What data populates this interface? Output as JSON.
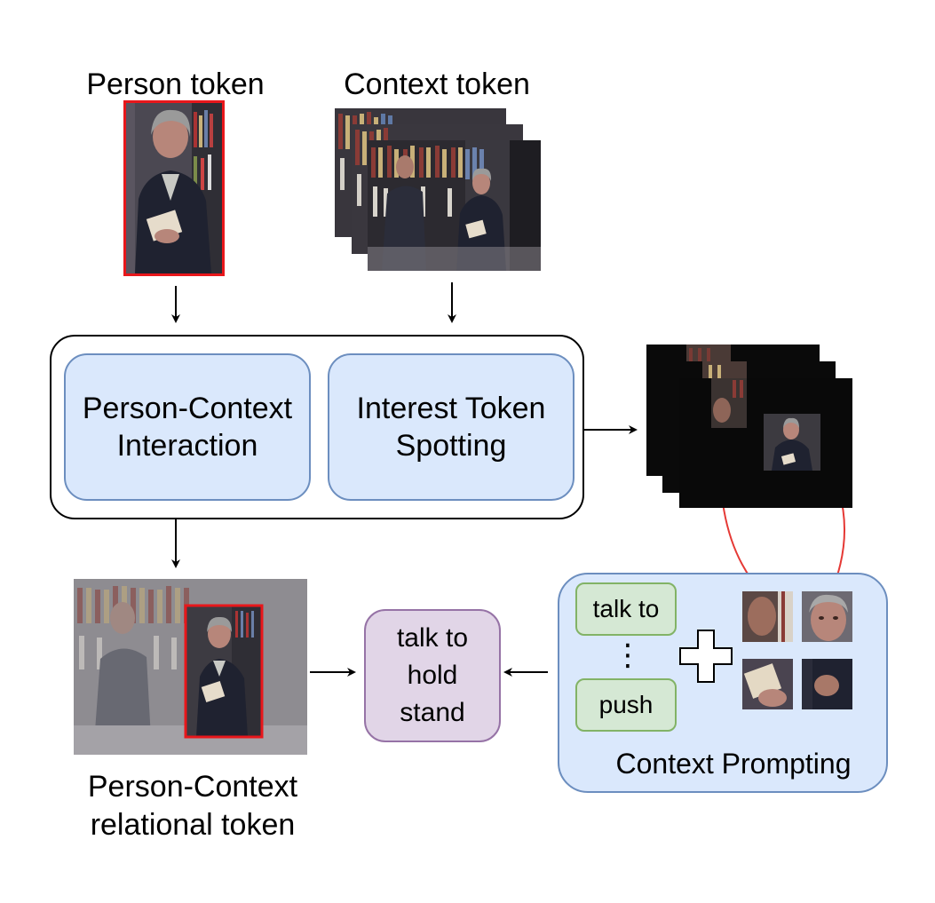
{
  "labels": {
    "person_token": "Person token",
    "context_token": "Context token",
    "relational_line1": "Person-Context",
    "relational_line2": "relational token",
    "context_prompting": "Context Prompting"
  },
  "modules": {
    "interaction_line1": "Person-Context",
    "interaction_line2": "Interaction",
    "spotting_line1": "Interest Token",
    "spotting_line2": "Spotting"
  },
  "prompts": {
    "first": "talk to",
    "ellipsis": "⋮",
    "last": "push"
  },
  "output": {
    "line1": "talk to",
    "line2": "hold",
    "line3": "stand"
  },
  "colors": {
    "module_fill": "#dae8fc",
    "module_stroke": "#6c8ebf",
    "prompt_fill": "#d5e8d4",
    "prompt_stroke": "#82b366",
    "output_fill": "#e1d5e7",
    "output_stroke": "#9673a6",
    "highlight_box": "#e8171b",
    "prompt_arrow": "#e53935"
  }
}
